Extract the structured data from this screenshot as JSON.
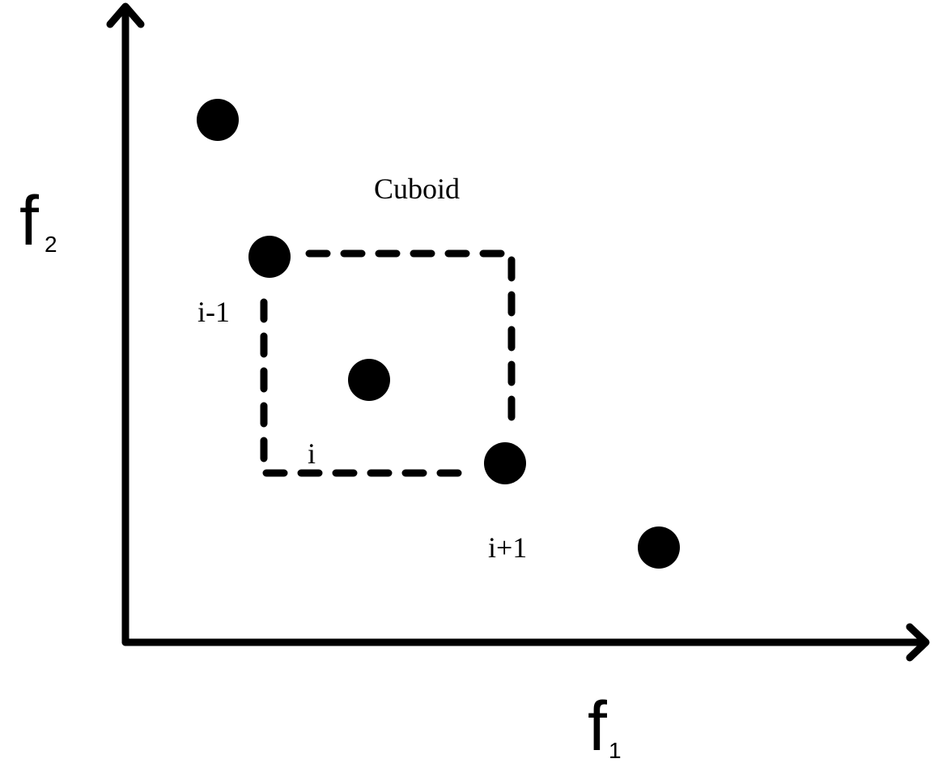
{
  "axes": {
    "x": {
      "main": "f",
      "subscript": "1"
    },
    "y": {
      "main": "f",
      "subscript": "2"
    }
  },
  "annotations": {
    "cuboid": "Cuboid",
    "prev_index": "i-1",
    "index": "i",
    "next_index": "i+1"
  },
  "points": [
    {
      "id": "p1"
    },
    {
      "id": "p-i-minus-1"
    },
    {
      "id": "p-i"
    },
    {
      "id": "p-i-plus-1"
    },
    {
      "id": "p5"
    }
  ],
  "colors": {
    "ink": "#000000",
    "background": "#ffffff"
  }
}
